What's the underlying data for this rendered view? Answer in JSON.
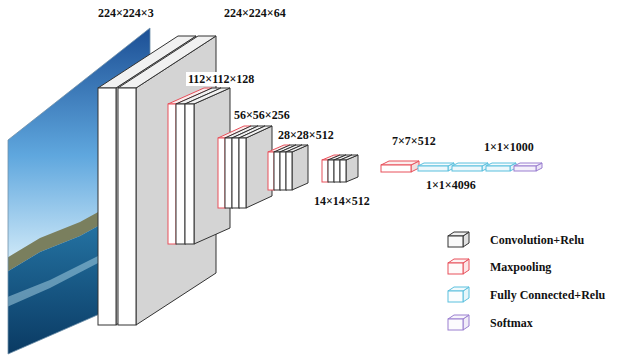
{
  "diagram": {
    "labels": [
      "224×224×3",
      "224×224×64",
      "112×112×128",
      "56×56×256",
      "28×28×512",
      "7×7×512",
      "1×1×1000",
      "1×1×4096",
      "14×14×512"
    ],
    "legend": [
      {
        "text": "Convolution+Relu",
        "color": "#333333"
      },
      {
        "text": "Maxpooling",
        "color": "#e8505b"
      },
      {
        "text": "Fully Connected+Relu",
        "color": "#5bc0de"
      },
      {
        "text": "Softmax",
        "color": "#9a7fd0"
      }
    ]
  }
}
